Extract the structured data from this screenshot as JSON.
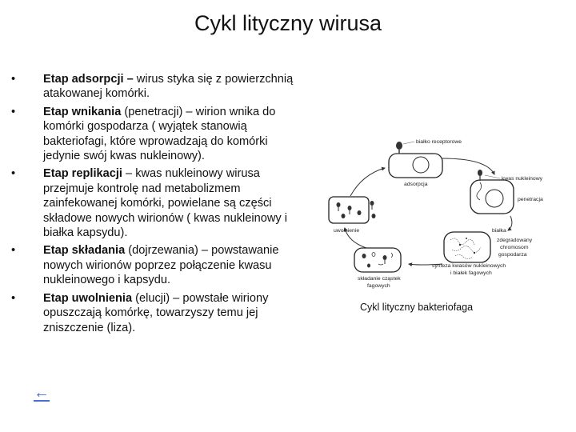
{
  "title": "Cykl lityczny wirusa",
  "bullets": [
    {
      "term": "Etap adsorpcji –",
      "text": " wirus styka się z powierzchnią atakowanej komórki."
    },
    {
      "term": "Etap wnikania",
      "text": " (penetracji) – wirion wnika do komórki gospodarza ( wyjątek stanowią bakteriofagi, które wprowadzają do komórki jedynie swój kwas nukleinowy)."
    },
    {
      "term": "Etap replikacji",
      "text": " – kwas nukleinowy wirusa przejmuje kontrolę nad metabolizmem zainfekowanej komórki, powielane są części składowe nowych wirionów ( kwas nukleinowy i białka kapsydu)."
    },
    {
      "term": "Etap składania",
      "text": " (dojrzewania) – powstawanie nowych wirionów poprzez połączenie kwasu nukleinowego i kapsydu."
    },
    {
      "term": "Etap uwolnienia",
      "text": " (elucji) – powstałe wiriony opuszczają komórkę, towarzyszy temu jej zniszczenie (liza)."
    }
  ],
  "bullet_char": "•",
  "diagram": {
    "labels": {
      "receptor": "białko receptorowe",
      "adsorption": "adsorpcja",
      "nucleic": "kwas nukleinowy",
      "penetration": "penetracja",
      "protein": "białka",
      "degraded1": "zdegradowany",
      "degraded2": "chromosom",
      "degraded3": "gospodarza",
      "synthesis1": "synteza kwasów nukleinowych",
      "synthesis2": "i białek fagowych",
      "assembly1": "składanie cząstek",
      "assembly2": "fagowych",
      "release": "uwolnienie"
    },
    "caption": "Cykl lityczny bakteriofaga"
  },
  "nav": {
    "back_icon": "←"
  }
}
